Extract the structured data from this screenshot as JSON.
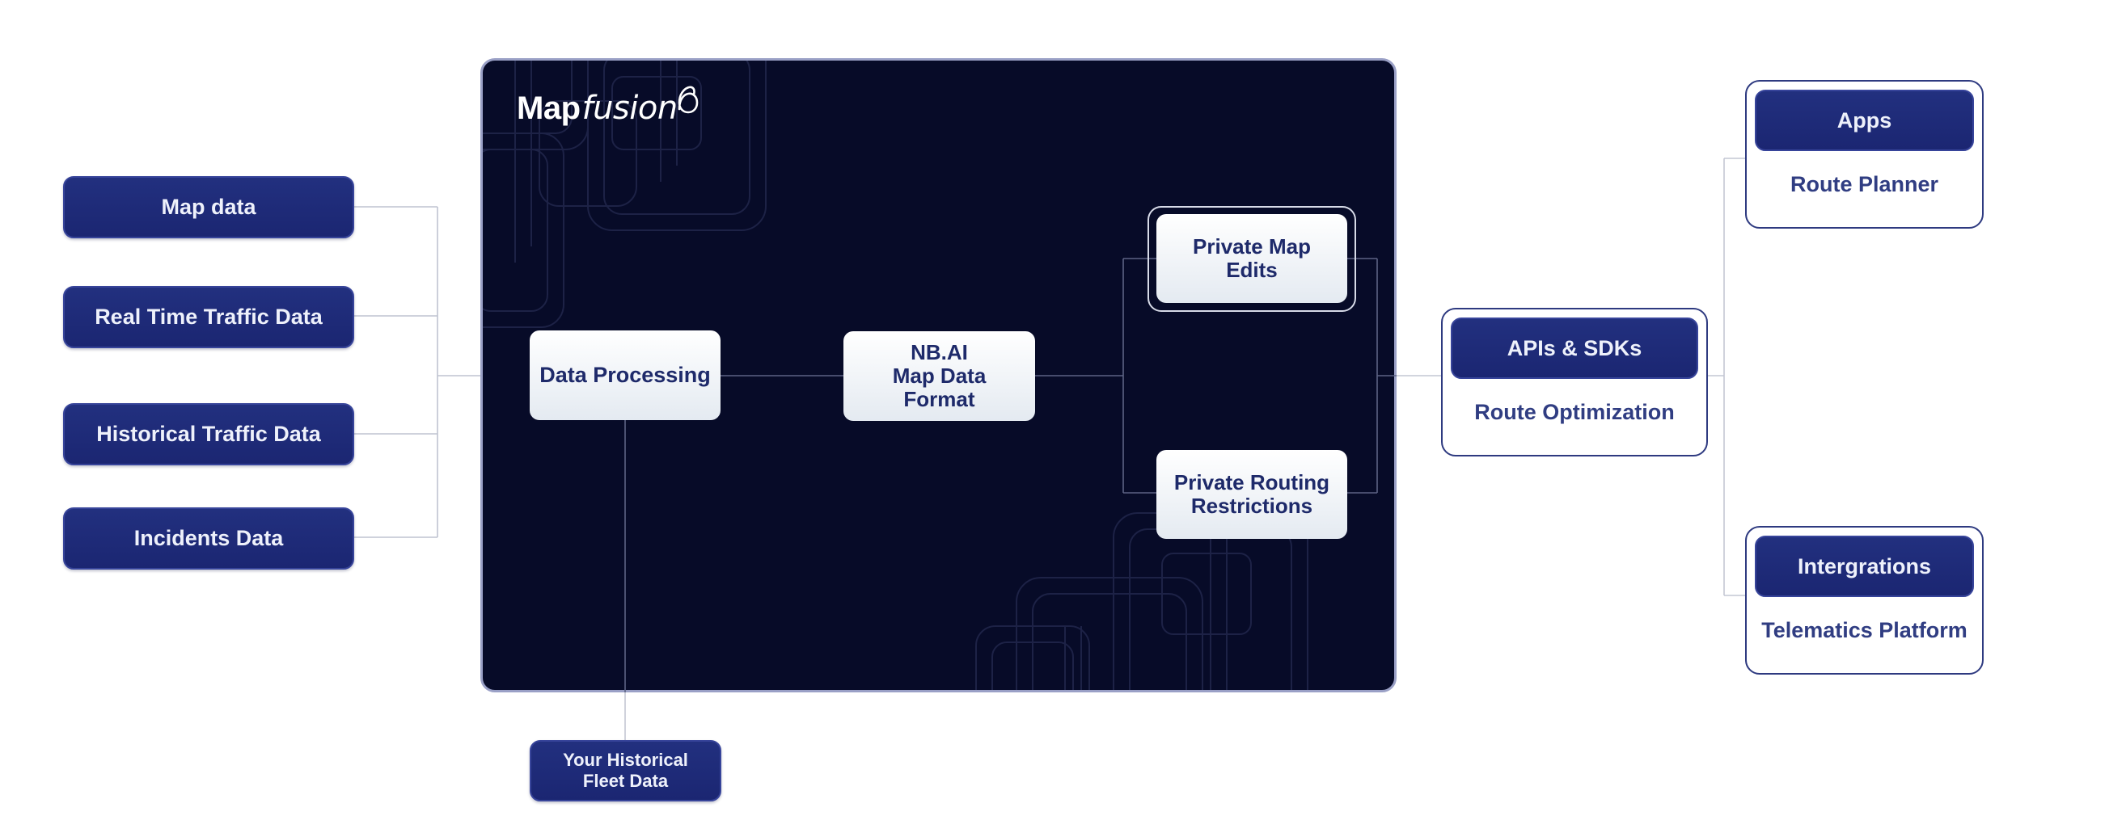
{
  "sources": [
    {
      "label": "Map data"
    },
    {
      "label": "Real Time Traffic Data"
    },
    {
      "label": "Historical Traffic Data"
    },
    {
      "label": "Incidents Data"
    }
  ],
  "panel": {
    "logo": {
      "part1": "Map",
      "part2": "fusion"
    },
    "data_processing": "Data Processing",
    "nbai_format": "NB.AI\nMap Data\nFormat",
    "private_map_edits": "Private Map\nEdits",
    "private_routing": "Private Routing\nRestrictions"
  },
  "fleet_data": "Your Historical\nFleet Data",
  "outputs": {
    "apis": {
      "header": "APIs & SDKs",
      "sub": "Route Optimization"
    },
    "apps": {
      "header": "Apps",
      "sub": "Route Planner"
    },
    "integrations": {
      "header": "Intergrations",
      "sub": "Telematics Platform"
    }
  },
  "colors": {
    "navy": "#1f2b7a",
    "panel_bg": "#070b28",
    "text_dark": "#1e2a6a",
    "card_border": "#2e3a80",
    "connector": "#c4c7d4"
  }
}
